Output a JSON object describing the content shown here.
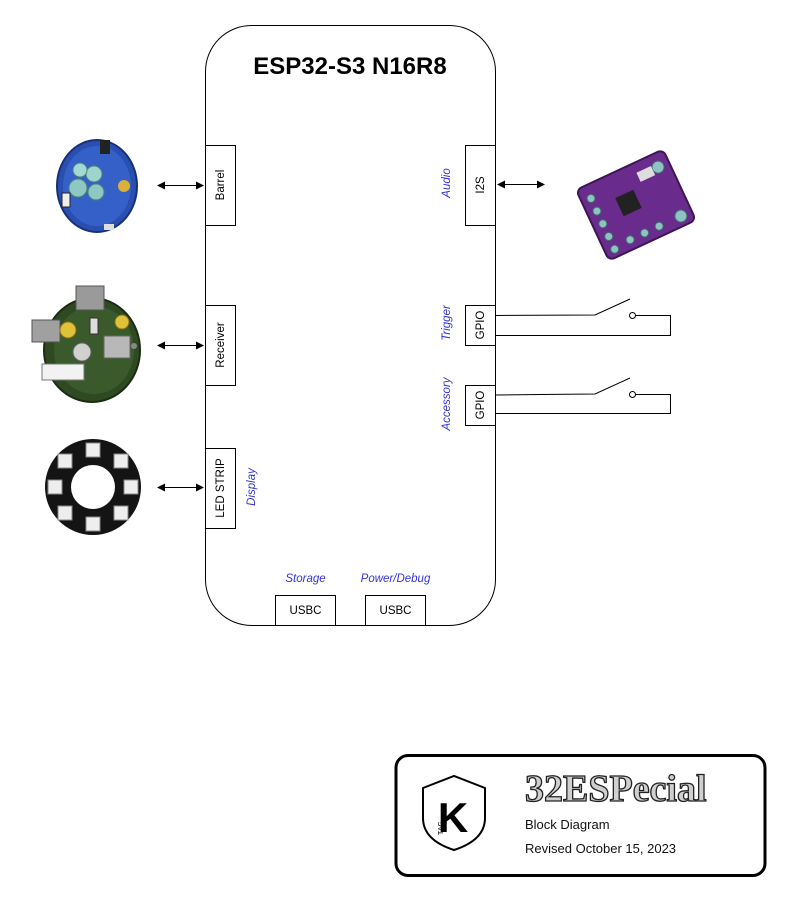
{
  "diagram": {
    "board_title": "ESP32-S3 N16R8",
    "left_ports": [
      {
        "label": "Barrel"
      },
      {
        "label": "Receiver"
      },
      {
        "label": "LED STRIP",
        "function": "Display"
      }
    ],
    "right_ports": [
      {
        "label": "I2S",
        "function": "Audio"
      },
      {
        "label": "GPIO",
        "function": "Trigger"
      },
      {
        "label": "GPIO",
        "function": "Accessory"
      }
    ],
    "bottom_ports": [
      {
        "label": "USBC",
        "function": "Storage"
      },
      {
        "label": "USBC",
        "function": "Power/Debug"
      }
    ],
    "peripherals": [
      "barrel-pcb",
      "receiver-pcb",
      "led-ring",
      "i2s-amp-board",
      "trigger-switch",
      "accessory-switch"
    ]
  },
  "title_block": {
    "logo_letter": "K",
    "logo_small": "TAG",
    "brand": "32ESPecial",
    "doc_type": "Block Diagram",
    "revision": "Revised October 15, 2023"
  },
  "colors": {
    "label_blue": "#3333dd",
    "line": "#000000",
    "pcb_blue": "#2a4fb0",
    "pcb_green": "#2f4a22",
    "pcb_purple": "#6a2c8c"
  }
}
